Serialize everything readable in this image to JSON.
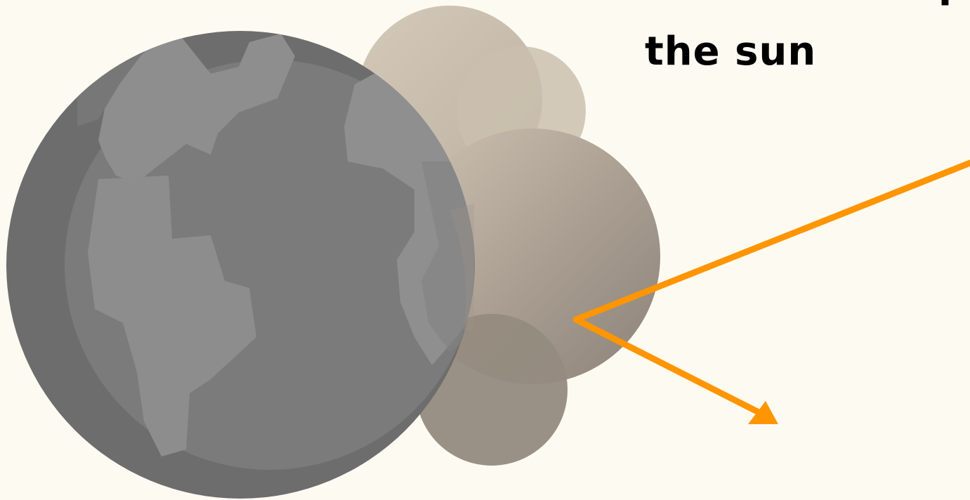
{
  "title": {
    "line1": "reflects part of",
    "line2": "the sun"
  },
  "colors": {
    "background": "#fdfaf2",
    "earth_ocean": "#7b7b7b",
    "earth_land": "#8f8f8f",
    "earth_shadow": "#6c6c6c",
    "haze_light": "#cfc4b3",
    "haze_dark": "#948a7f",
    "arrow": "#ff9500"
  },
  "icons": {
    "earth": "earth-globe-icon",
    "cloud": "aerosol-cloud-icon",
    "incoming_arrow": "incoming-sunlight-arrow",
    "reflected_arrow": "reflected-sunlight-arrow"
  }
}
